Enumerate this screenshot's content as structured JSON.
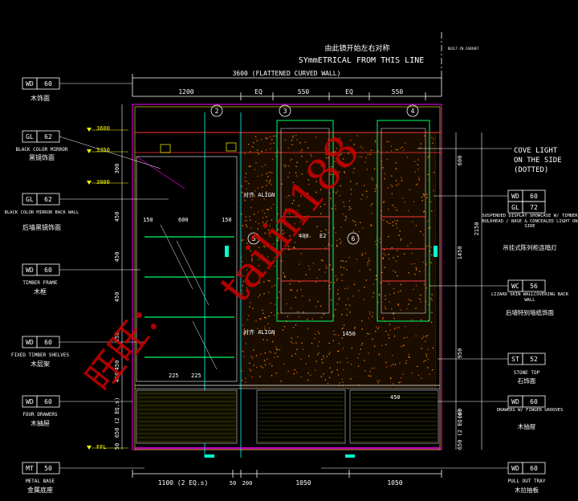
{
  "header": {
    "note_cn": "由此镜开始左右对称",
    "note_en": "SYmmETRICAL FROM THIS LINE",
    "built_in": "BUILT-IN CABINET",
    "overall_dim": "3600 (FLATTENED CURVED WALL)"
  },
  "top_dims": [
    "1200",
    "EQ",
    "550",
    "EQ",
    "550"
  ],
  "bottom_dims": [
    "1100 (2 EQ.s)",
    "50",
    "200",
    "1050",
    "1050"
  ],
  "level_marks": [
    "3600",
    "3350",
    "3000",
    "FFL"
  ],
  "vertical_dims": {
    "left": [
      "300",
      "450",
      "450",
      "450",
      "450",
      "450",
      "450",
      "650 (2 EQ.s)",
      "50"
    ],
    "right": [
      "600",
      "2150",
      "1450",
      "950",
      "600",
      "650 (2 EQ.s)"
    ]
  },
  "inner_dims": [
    "150",
    "600",
    "150",
    "400",
    "E2",
    "225",
    "225",
    "450",
    "1450"
  ],
  "section_marks": [
    "2",
    "3",
    "4",
    "5",
    "6"
  ],
  "align_labels": [
    "对齐 ALIGN",
    "对齐 ALIGN"
  ],
  "left_tags": [
    {
      "code": "WD",
      "num": "60",
      "en": "",
      "cn": "木饰面"
    },
    {
      "code": "GL",
      "num": "62",
      "en": "BLACK COLOR MIRROR",
      "cn": "黑镜饰面"
    },
    {
      "code": "GL",
      "num": "62",
      "en": "BLACK COLOR MIRROR BACK WALL",
      "cn": "后墙黑镜饰面"
    },
    {
      "code": "WD",
      "num": "60",
      "en": "TIMBER FRAME",
      "cn": "木框"
    },
    {
      "code": "WD",
      "num": "60",
      "en": "FIXED TIMBER SHELVES",
      "cn": "木层架"
    },
    {
      "code": "WD",
      "num": "60",
      "en": "FOUR DRAWERS",
      "cn": "木抽屉"
    },
    {
      "code": "MT",
      "num": "50",
      "en": "METAL BASE",
      "cn": "金属底座"
    }
  ],
  "right_tags": [
    {
      "code": "WD",
      "num": "60",
      "code2": "GL",
      "num2": "72",
      "en": "SUSPENDED DISPLAY SHOWCASE W/ TIMBER BULKHEAD / BASE & CONCEALED LIGHT ON SIDE",
      "cn": "吊挂式陈列柜连暗灯"
    },
    {
      "code": "WC",
      "num": "56",
      "en": "LIZARD SKIN WALLCOVERING BACK WALL",
      "cn": "后墙特别墙纸饰面"
    },
    {
      "code": "ST",
      "num": "52",
      "en": "STONE TOP",
      "cn": "石饰面"
    },
    {
      "code": "WD",
      "num": "60",
      "en": "DRAWERS W/ FINGER GROOVES",
      "cn": "木抽屉"
    },
    {
      "code": "WD",
      "num": "60",
      "en": "PULL OUT TRAY",
      "cn": "木拉抽板"
    }
  ],
  "cove_light": [
    "COVE LIGHT",
    "ON THE SIDE",
    "(DOTTED)"
  ],
  "watermark": {
    "text": "tailin188",
    "cn": "旺旺："
  }
}
